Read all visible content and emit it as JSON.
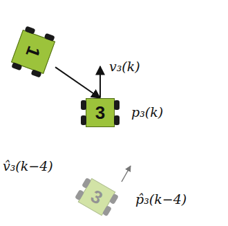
{
  "diagram": {
    "nodes": [
      {
        "text": [
          "1"
        ]
      },
      {
        "text": [
          "3"
        ]
      },
      {
        "text": [
          "3"
        ]
      }
    ],
    "edges": [
      {
        "from": 0,
        "to": 1,
        "arrow": "to"
      }
    ],
    "labels": [
      "v₃(k)",
      "p₃(k)",
      "v̂₃(k−4)",
      "p̂₃(k−4)"
    ]
  }
}
